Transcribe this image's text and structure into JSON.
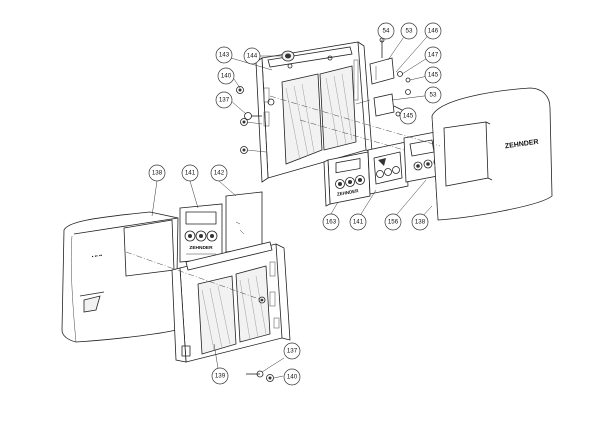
{
  "callouts": [
    {
      "id": "c54",
      "label": "54"
    },
    {
      "id": "c53a",
      "label": "53"
    },
    {
      "id": "c146",
      "label": "146"
    },
    {
      "id": "c147",
      "label": "147"
    },
    {
      "id": "c145a",
      "label": "145"
    },
    {
      "id": "c53b",
      "label": "53"
    },
    {
      "id": "c145b",
      "label": "145"
    },
    {
      "id": "c143",
      "label": "143"
    },
    {
      "id": "c144",
      "label": "144"
    },
    {
      "id": "c140a",
      "label": "140"
    },
    {
      "id": "c137a",
      "label": "137"
    },
    {
      "id": "c163",
      "label": "163"
    },
    {
      "id": "c141a",
      "label": "141"
    },
    {
      "id": "c156",
      "label": "156"
    },
    {
      "id": "c138a",
      "label": "138"
    },
    {
      "id": "c138b",
      "label": "138"
    },
    {
      "id": "c141b",
      "label": "141"
    },
    {
      "id": "c142",
      "label": "142"
    },
    {
      "id": "c139",
      "label": "139"
    },
    {
      "id": "c137b",
      "label": "137"
    },
    {
      "id": "c140b",
      "label": "140"
    }
  ],
  "brand_marks": {
    "cover_right": "ZEHNDER",
    "module_163": "ZEHNDER",
    "panel_141": "ZEHNDER"
  }
}
